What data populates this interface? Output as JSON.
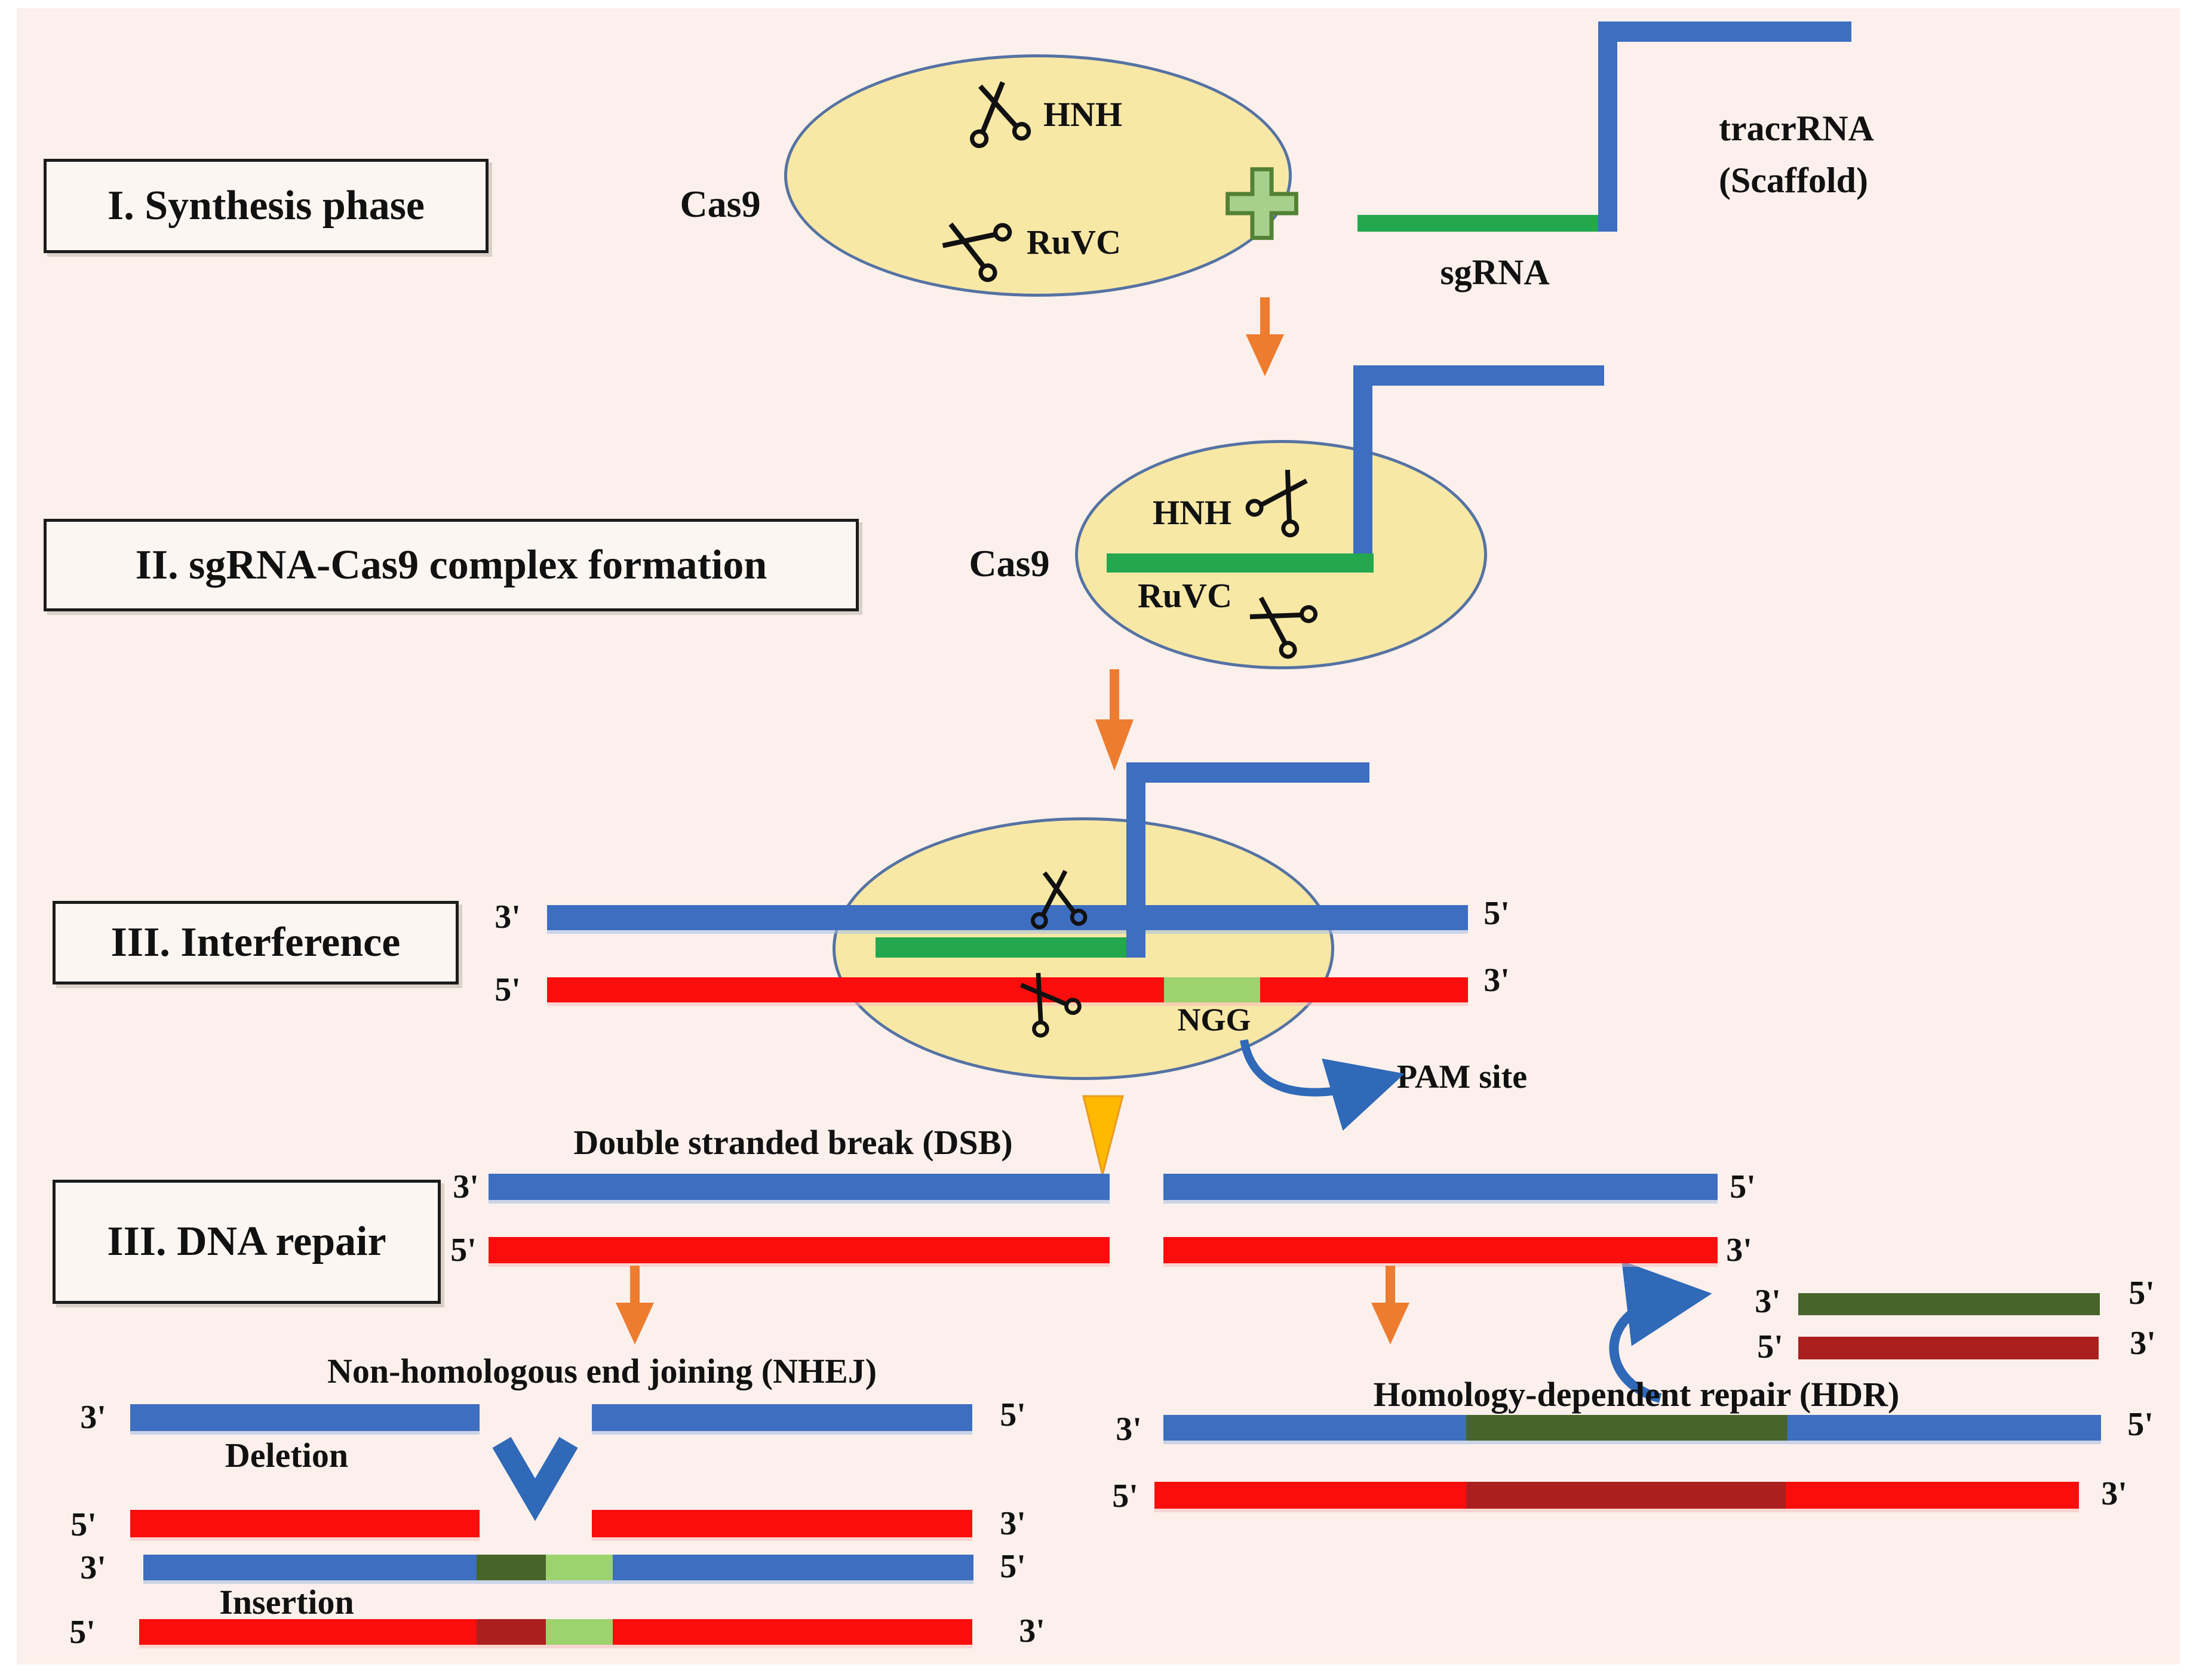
{
  "colors": {
    "bg": "#FBF0EB",
    "blue": "#3D6EC0",
    "red": "#FA0D0D",
    "green": "#23A84F",
    "light_green": "#9CD36E",
    "dark_green": "#47652B",
    "dark_red": "#AC1F1F",
    "orange": "#EE7C2F",
    "gold": "#FFB900",
    "arrow_blue": "#2F69B8",
    "cream": "#F8E8A6"
  },
  "synthesis": {
    "box_label": "I. Synthesis phase",
    "cas9_label": "Cas9",
    "hnh_label": "HNH",
    "ruvc_label": "RuVC",
    "sgrna_label": "sgRNA",
    "tracr_line1": "tracrRNA",
    "tracr_line2": "(Scaffold)"
  },
  "complex_formation": {
    "box_label": "II. sgRNA-Cas9 complex formation",
    "cas9_label": "Cas9",
    "hnh_label": "HNH",
    "ruvc_label": "RuVC"
  },
  "interference": {
    "box_label": "III. Interference",
    "blue_left": "3'",
    "blue_right": "5'",
    "red_left": "5'",
    "red_right": "3'",
    "ngg_label": "NGG",
    "pam_label": "PAM site"
  },
  "dna_repair": {
    "box_label": "III. DNA repair",
    "dsb_title": "Double stranded break (DSB)",
    "blue_left": "3'",
    "blue_right": "5'",
    "red_left": "5'",
    "red_right": "3'"
  },
  "nhej": {
    "title": "Non-homologous end joining (NHEJ)",
    "deletion_label": "Deletion",
    "insertion_label": "Insertion",
    "del_blue_left": "3'",
    "del_blue_right": "5'",
    "del_red_left": "5'",
    "del_red_right": "3'",
    "ins_blue_left": "3'",
    "ins_blue_right": "5'",
    "ins_red_left": "5'",
    "ins_red_right": "3'"
  },
  "hdr": {
    "title": "Homology-dependent repair (HDR)",
    "donor_green_left": "3'",
    "donor_green_right": "5'",
    "donor_red_left": "5'",
    "donor_red_right": "3'",
    "product_blue_left": "3'",
    "product_blue_right": "5'",
    "product_red_left": "5'",
    "product_red_right": "3'"
  }
}
